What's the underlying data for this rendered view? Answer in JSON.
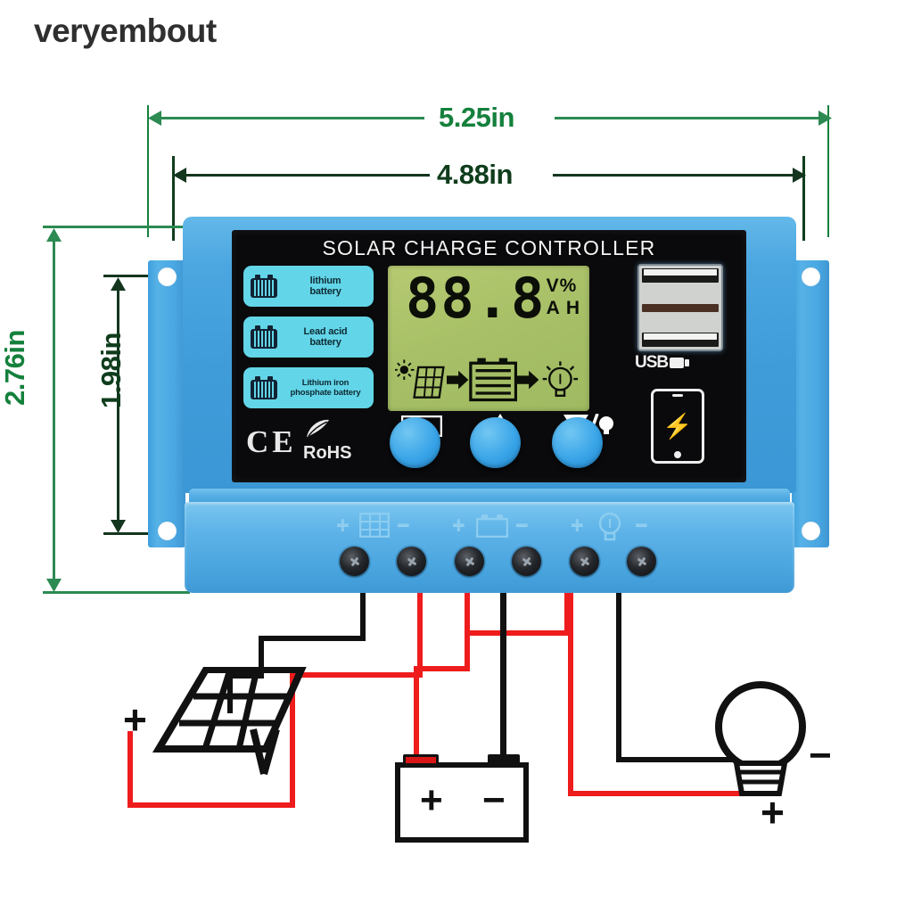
{
  "watermark": "veryembout",
  "dimensions": {
    "width_outer": "5.25in",
    "width_inner": "4.88in",
    "height_outer": "2.76in",
    "height_inner": "1.98in"
  },
  "device": {
    "title": "SOLAR CHARGE CONTROLLER",
    "battery_types": [
      {
        "label_line1": "lithium",
        "label_line2": "battery"
      },
      {
        "label_line1": "Lead acid",
        "label_line2": "battery"
      },
      {
        "label_line1": "Lithium iron",
        "label_line2": "phosphate battery"
      }
    ],
    "lcd": {
      "value": "88.8",
      "unit_top": "V%",
      "unit_bottom": "A H",
      "flow_icons": [
        "sun-icon",
        "solar-panel-icon",
        "arrow-right-icon",
        "battery-icon",
        "arrow-right-icon",
        "light-bulb-icon"
      ]
    },
    "usb": {
      "label": "USB",
      "port_icon": "dual-usb-port-icon",
      "phone_icon": "phone-charging-icon"
    },
    "buttons": [
      {
        "name": "menu-select-button",
        "icon": "select-mode-icon"
      },
      {
        "name": "up-button",
        "icon": "up-arrow-plus-icon"
      },
      {
        "name": "down-light-button",
        "icon": "down-arrow-bulb-icon"
      }
    ],
    "certifications": [
      "CE",
      "RoHS"
    ],
    "terminals": [
      {
        "group": "solar",
        "icon": "solar-panel-icon",
        "plus": "+",
        "minus": "−"
      },
      {
        "group": "battery",
        "icon": "battery-icon",
        "plus": "+",
        "minus": "−"
      },
      {
        "group": "load",
        "icon": "light-bulb-icon",
        "plus": "+",
        "minus": "−"
      }
    ]
  },
  "wiring": {
    "solar": {
      "icon": "solar-panel-icon",
      "plus": "+"
    },
    "battery": {
      "icon": "battery-icon",
      "plus": "+",
      "minus": "−"
    },
    "load": {
      "icon": "light-bulb-icon",
      "plus": "+",
      "minus": "−"
    },
    "colors": {
      "positive": "#ee1c1c",
      "negative": "#111111"
    }
  },
  "colors": {
    "case_blue": "#4aa7e2",
    "panel_black": "#0a0a0c",
    "lcd_green": "#a8c067",
    "badge_cyan": "#63d5e8",
    "button_blue": "#3aa5e8",
    "dim_green": "#14803c",
    "dim_dark": "#0f3d1c"
  }
}
